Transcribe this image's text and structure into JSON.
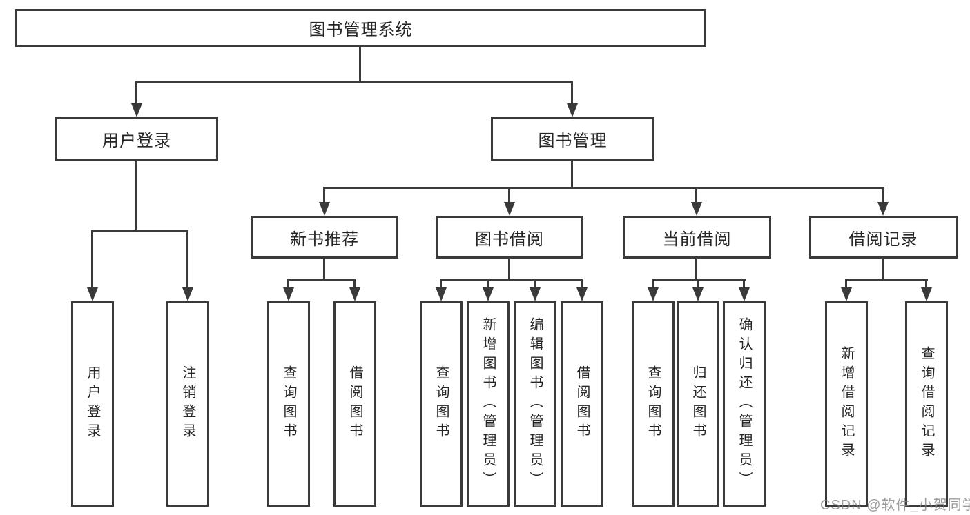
{
  "diagram": {
    "root": {
      "label": "图书管理系统"
    },
    "level2": [
      {
        "label": "用户登录"
      },
      {
        "label": "图书管理"
      }
    ],
    "level3": [
      {
        "label": "新书推荐",
        "parent": "图书管理"
      },
      {
        "label": "图书借阅",
        "parent": "图书管理"
      },
      {
        "label": "当前借阅",
        "parent": "图书管理"
      },
      {
        "label": "借阅记录",
        "parent": "图书管理"
      }
    ],
    "leaves": [
      {
        "label": "用户登录",
        "parent": "用户登录"
      },
      {
        "label": "注销登录",
        "parent": "用户登录"
      },
      {
        "label": "查询图书",
        "parent": "新书推荐"
      },
      {
        "label": "借阅图书",
        "parent": "新书推荐"
      },
      {
        "label": "查询图书",
        "parent": "图书借阅"
      },
      {
        "label": "新增图书（管理员）",
        "parent": "图书借阅"
      },
      {
        "label": "编辑图书（管理员）",
        "parent": "图书借阅"
      },
      {
        "label": "借阅图书",
        "parent": "图书借阅"
      },
      {
        "label": "查询图书",
        "parent": "当前借阅"
      },
      {
        "label": "归还图书",
        "parent": "当前借阅"
      },
      {
        "label": "确认归还（管理员）",
        "parent": "当前借阅"
      },
      {
        "label": "新增借阅记录",
        "parent": "借阅记录"
      },
      {
        "label": "查询借阅记录",
        "parent": "借阅记录"
      }
    ]
  },
  "watermark": {
    "text": "CSDN @软件_小贺同学"
  },
  "colors": {
    "line": "#3a3a3a",
    "text": "#262626",
    "node_background": "#ffffff",
    "watermark": "#808080",
    "background": "#ffffff"
  }
}
